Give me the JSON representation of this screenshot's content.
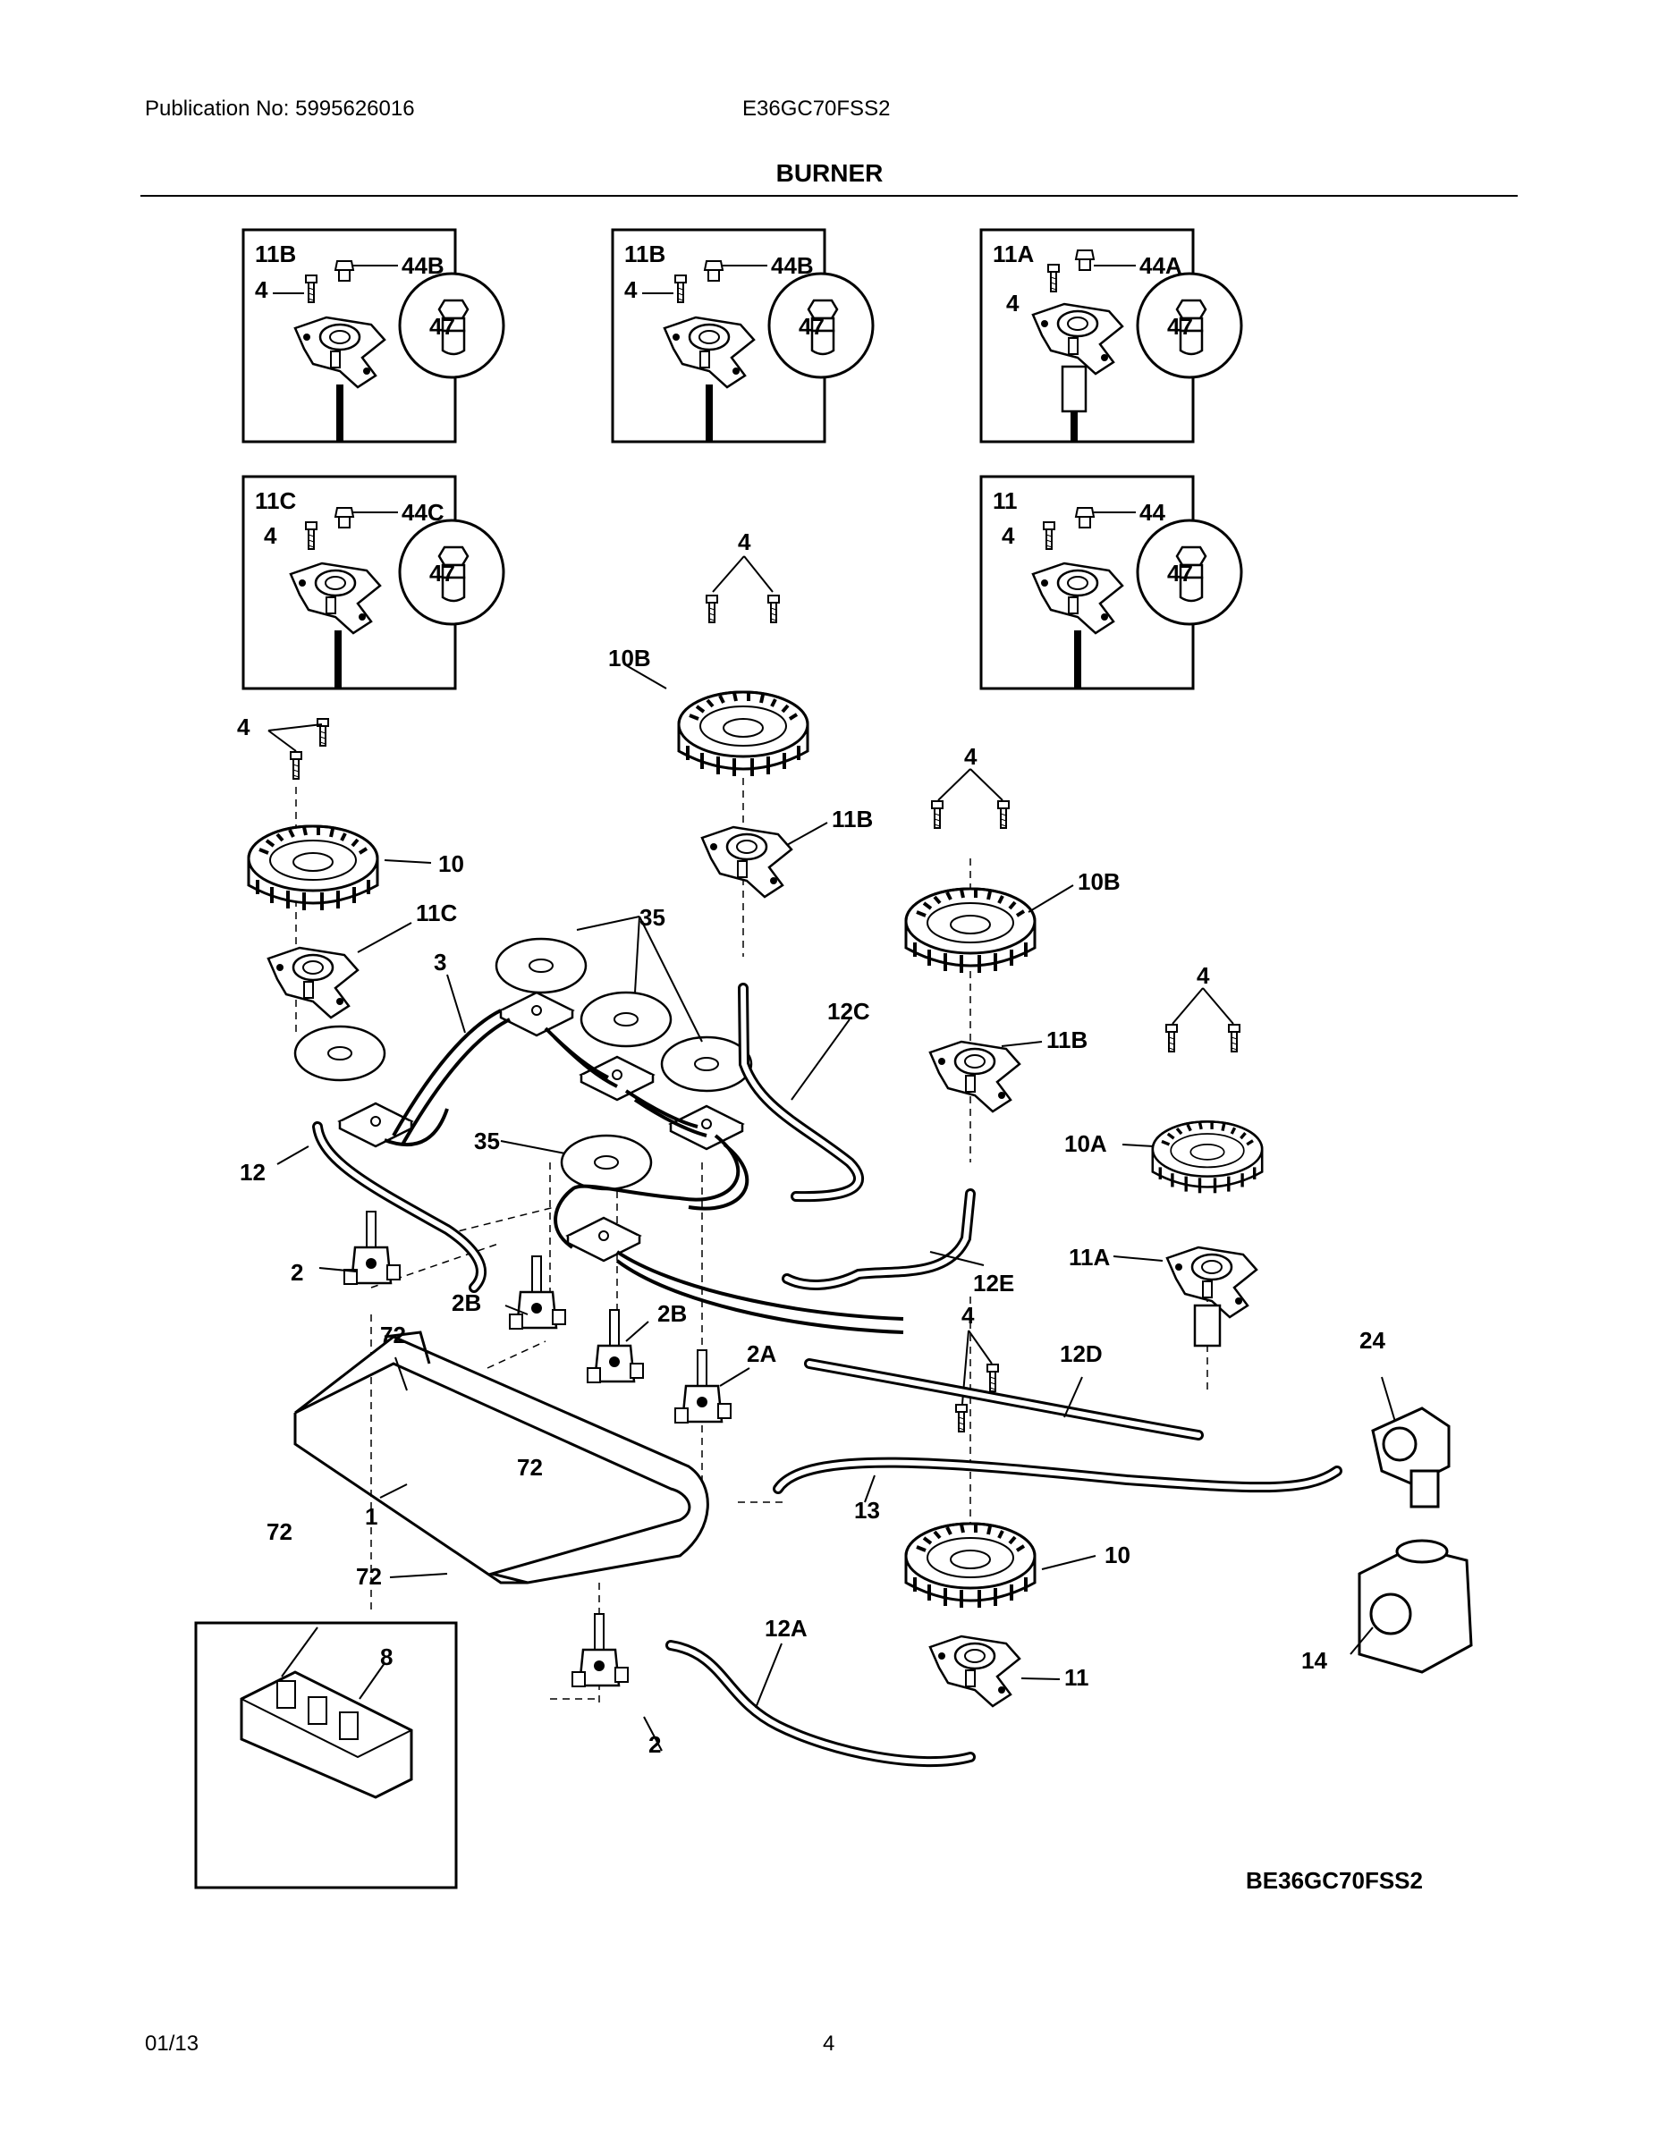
{
  "header": {
    "publication": "Publication No: 5995626016",
    "model": "E36GC70FSS2"
  },
  "title": "BURNER",
  "diagram_code": "BE36GC70FSS2",
  "footer": {
    "date": "01/13",
    "page": "4"
  },
  "insets": [
    {
      "id": "11B",
      "screw": "4",
      "orifice": "44B",
      "cap": "47"
    },
    {
      "id": "11B",
      "screw": "4",
      "orifice": "44B",
      "cap": "47"
    },
    {
      "id": "11A",
      "screw": "4",
      "orifice": "44A",
      "cap": "47"
    },
    {
      "id": "11C",
      "screw": "4",
      "orifice": "44C",
      "cap": "47"
    },
    {
      "id": "11",
      "screw": "4",
      "orifice": "44",
      "cap": "47"
    }
  ],
  "callouts": {
    "c_4a": "4",
    "c_10b_top": "10B",
    "c_4b": "4",
    "c_10_left": "10",
    "c_11b_a": "11B",
    "c_4c": "4",
    "c_10b_right": "10B",
    "c_11c": "11C",
    "c_35a": "35",
    "c_3": "3",
    "c_12c": "12C",
    "c_4d": "4",
    "c_11b_b": "11B",
    "c_35b": "35",
    "c_10a": "10A",
    "c_12": "12",
    "c_2a": "2",
    "c_11a": "11A",
    "c_12e": "12E",
    "c_2b_a": "2B",
    "c_2b_b": "2B",
    "c_4e": "4",
    "c_24": "24",
    "c_72a": "72",
    "c_2a2": "2A",
    "c_12d": "12D",
    "c_72b": "72",
    "c_1": "1",
    "c_72c": "72",
    "c_13": "13",
    "c_10_right": "10",
    "c_72d": "72",
    "c_8": "8",
    "c_12a": "12A",
    "c_11": "11",
    "c_14": "14",
    "c_2b": "2"
  }
}
